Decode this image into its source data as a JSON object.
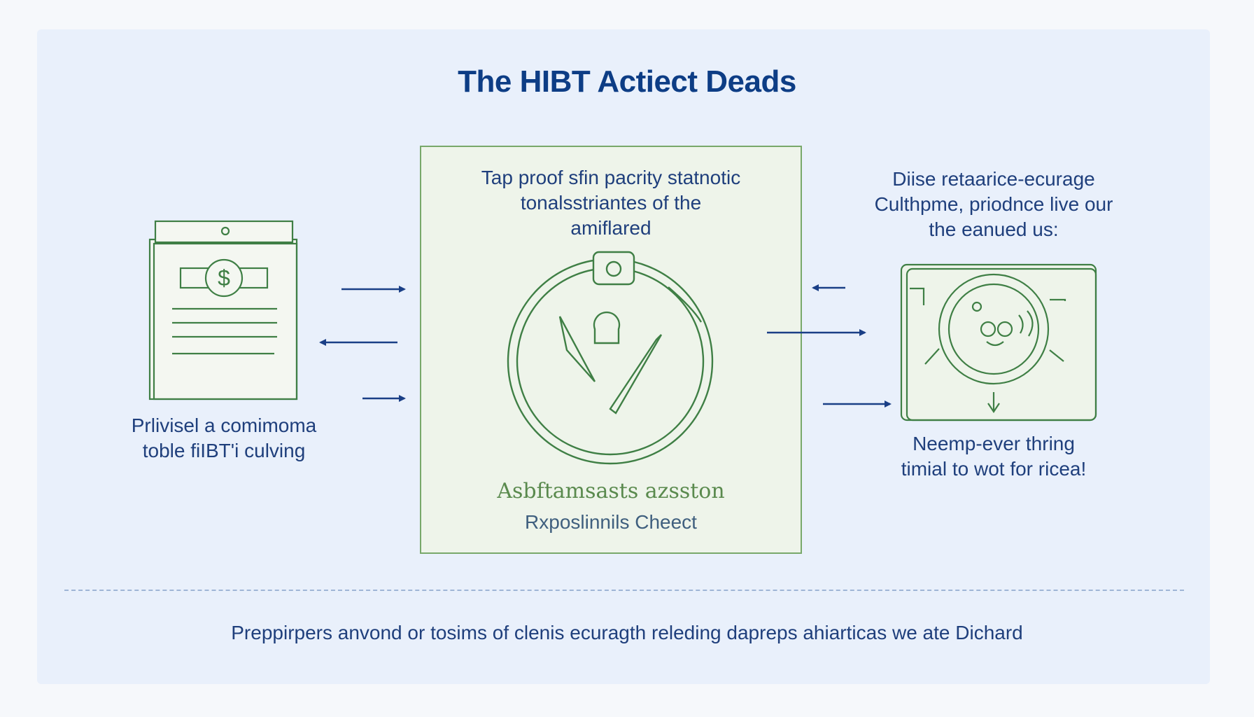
{
  "title": "The HIBT Actiect Deads",
  "left_caption": [
    "Prlivisel a comimoma",
    "toble fiIBT'i culving"
  ],
  "center_caption": [
    "Tap proof sfin pacrity statnotic",
    "tonalsstriantes of the",
    "amiflared"
  ],
  "center_label_1": "Asbftamsasts azsston",
  "center_label_2": "Rxposlinnils Cheect",
  "right_caption": [
    "Diise retaarice-ecurage",
    "Culthpme, priodnce live our",
    "the eanued us:"
  ],
  "right_bottom_caption": [
    "Neemp-ever thring",
    "timial to wot for ricea!"
  ],
  "footer": "Preppirpers anvond or tosims of clenis ecuragth releding dapreps ahiarticas we ate Dichard",
  "icons": [
    "document-dollar-icon",
    "ring-shield-icon",
    "camera-scan-icon"
  ],
  "colors": {
    "title": "#0d3d85",
    "text": "#1f3f7c",
    "green_line": "#3f7f45",
    "arrow": "#1a3f86",
    "panel": "#e9f0fb"
  }
}
